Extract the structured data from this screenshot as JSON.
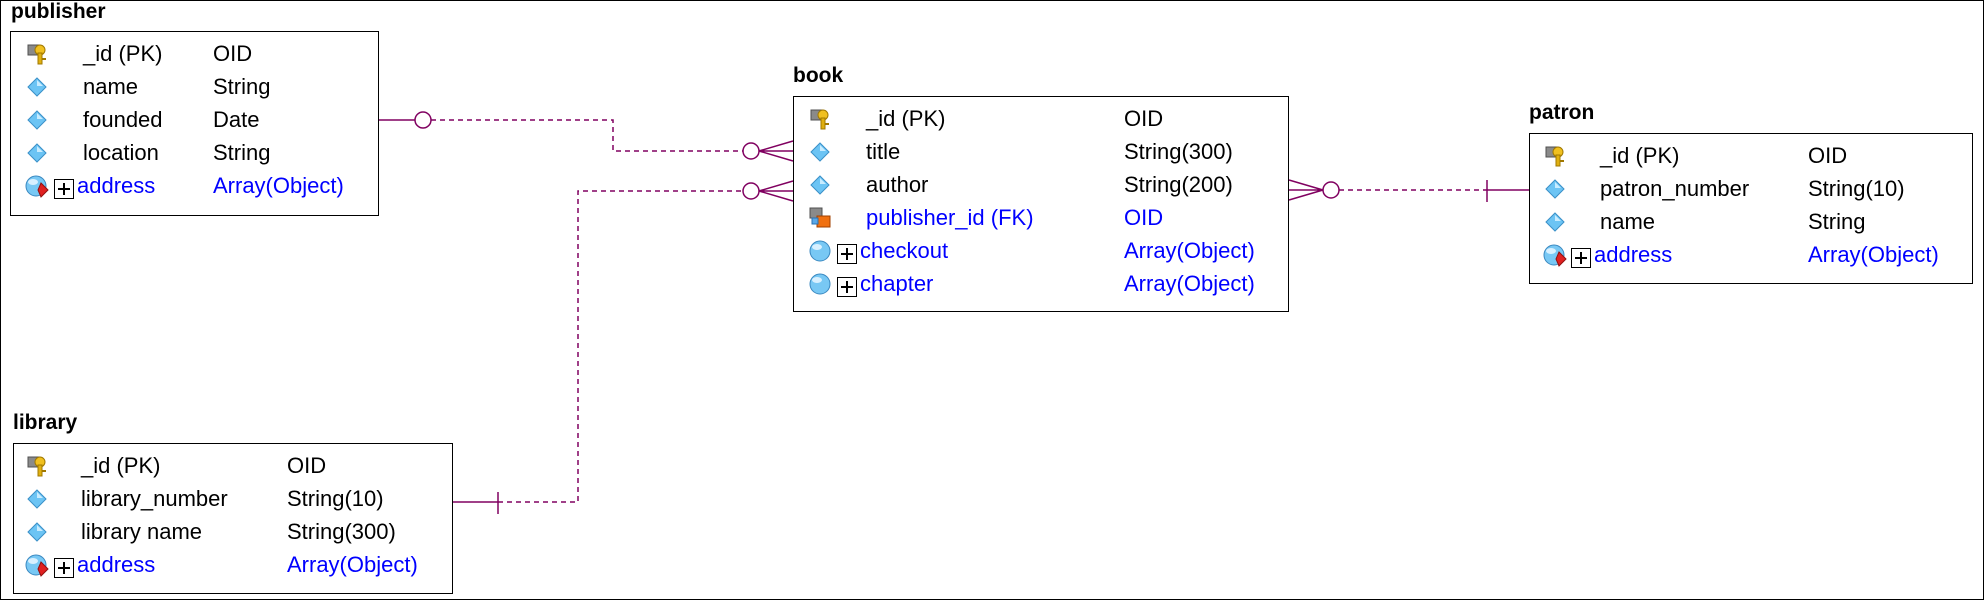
{
  "colors": {
    "connector": "#800060",
    "link_text": "#0000ff",
    "key_icon": "#d8a800",
    "diamond_icon": "#58b8f0"
  },
  "entities": {
    "publisher": {
      "title": "publisher",
      "fields": [
        {
          "name": "_id (PK)",
          "type": "OID",
          "icon": "primary-key-icon"
        },
        {
          "name": "name",
          "type": "String",
          "icon": "field-diamond-icon"
        },
        {
          "name": "founded",
          "type": "Date",
          "icon": "field-diamond-icon"
        },
        {
          "name": "location",
          "type": "String",
          "icon": "field-diamond-icon"
        },
        {
          "name": "address",
          "type": "Array(Object)",
          "icon": "embedded-array-icon",
          "expandable": true
        }
      ]
    },
    "book": {
      "title": "book",
      "fields": [
        {
          "name": "_id (PK)",
          "type": "OID",
          "icon": "primary-key-icon"
        },
        {
          "name": "title",
          "type": "String(300)",
          "icon": "field-diamond-icon"
        },
        {
          "name": "author",
          "type": "String(200)",
          "icon": "field-diamond-icon"
        },
        {
          "name": "publisher_id (FK)",
          "type": "OID",
          "icon": "foreign-key-icon"
        },
        {
          "name": "checkout",
          "type": "Array(Object)",
          "icon": "array-sphere-icon",
          "expandable": true
        },
        {
          "name": "chapter",
          "type": "Array(Object)",
          "icon": "array-sphere-icon",
          "expandable": true
        }
      ]
    },
    "patron": {
      "title": "patron",
      "fields": [
        {
          "name": "_id (PK)",
          "type": "OID",
          "icon": "primary-key-icon"
        },
        {
          "name": "patron_number",
          "type": "String(10)",
          "icon": "field-diamond-icon"
        },
        {
          "name": "name",
          "type": "String",
          "icon": "field-diamond-icon"
        },
        {
          "name": "address",
          "type": "Array(Object)",
          "icon": "embedded-array-icon",
          "expandable": true
        }
      ]
    },
    "library": {
      "title": "library",
      "fields": [
        {
          "name": "_id (PK)",
          "type": "OID",
          "icon": "primary-key-icon"
        },
        {
          "name": "library_number",
          "type": "String(10)",
          "icon": "field-diamond-icon"
        },
        {
          "name": "library name",
          "type": "String(300)",
          "icon": "field-diamond-icon"
        },
        {
          "name": "address",
          "type": "Array(Object)",
          "icon": "embedded-array-icon",
          "expandable": true
        }
      ]
    }
  },
  "relationships": [
    {
      "from": "publisher",
      "to": "book",
      "from_end": "zero-or-one",
      "to_end": "zero-or-many"
    },
    {
      "from": "library",
      "to": "book",
      "from_end": "exactly-one",
      "to_end": "zero-or-many"
    },
    {
      "from": "patron",
      "to": "book",
      "from_end": "exactly-one",
      "to_end": "zero-or-many"
    }
  ]
}
